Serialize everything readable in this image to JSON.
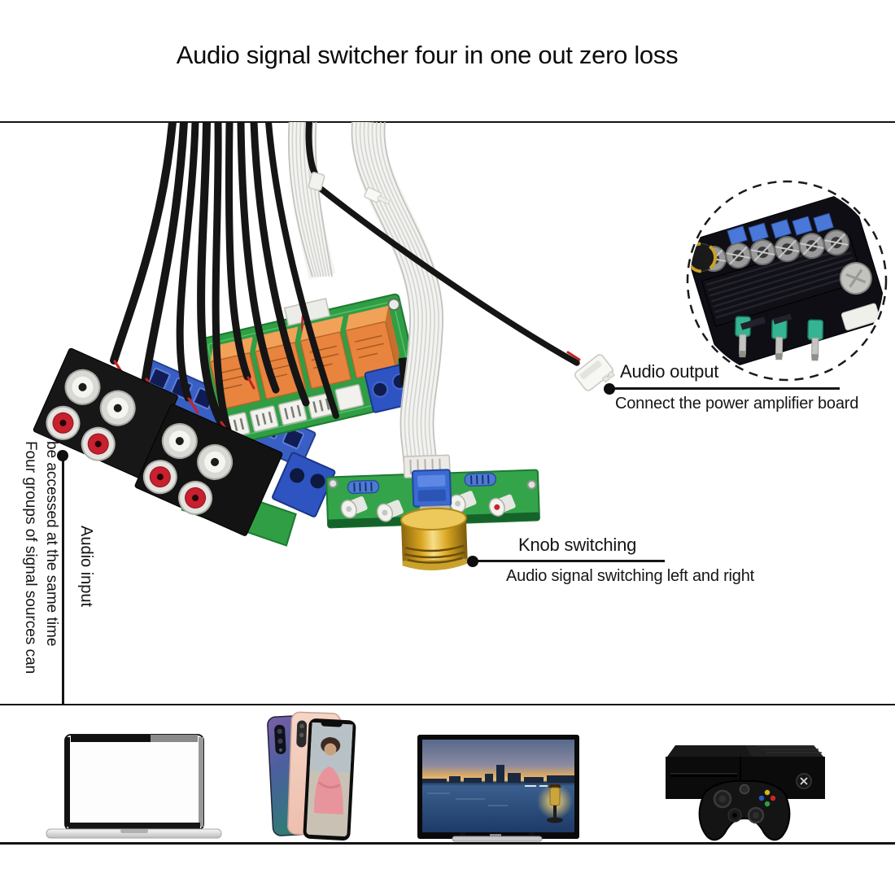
{
  "title": "Audio signal switcher four in one out zero loss",
  "callouts": {
    "audio_output": {
      "label": "Audio output",
      "description": "Connect the power amplifier board"
    },
    "knob_switching": {
      "label": "Knob switching",
      "description": "Audio signal switching left and right"
    },
    "audio_input": {
      "label": "Audio input",
      "description_lines": [
        "Four groups of signal sources can",
        "be accessed at the same time"
      ]
    }
  },
  "hardware_parts": [
    "rca-input-board",
    "relay-board",
    "knob-board",
    "audio-output-connector",
    "amplifier-board-inset"
  ],
  "device_icons": [
    "laptop-icon",
    "smartphone-icon",
    "tv-icon",
    "game-console-icon"
  ],
  "colors": {
    "relay_orange": "#e8843e",
    "pcb_green": "#2f9e44",
    "knob_gold": "#d9a520",
    "terminal_blue": "#3a5fc4",
    "rca_red": "#c8202e",
    "line_black": "#141414"
  }
}
